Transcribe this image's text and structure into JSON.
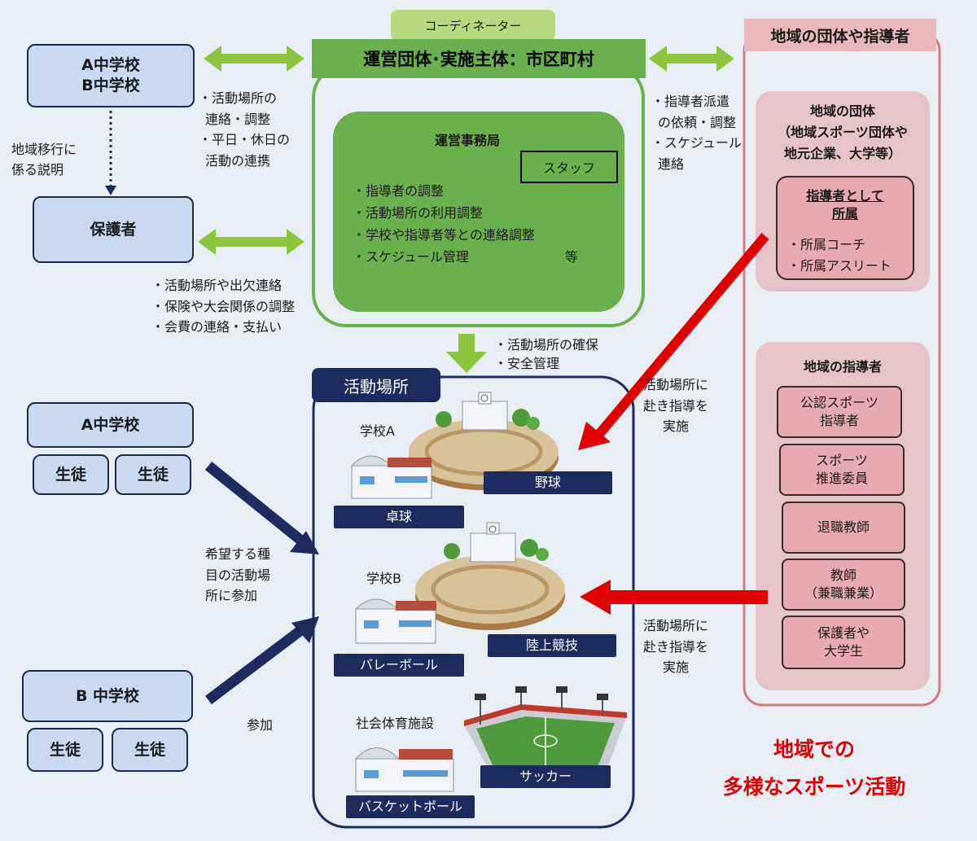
{
  "coordinator": "コーディネーター",
  "operator": "運営団体･実施主体：市区町村",
  "office": {
    "title": "運営事務局",
    "staff": "スタッフ",
    "items": [
      "・指導者の調整",
      "・活動場所の利用調整",
      "・学校や指導者等との連絡調整",
      "・スケジュール管理"
    ],
    "etc": "等"
  },
  "schools_top": [
    "A中学校",
    "B中学校"
  ],
  "note_school_operator": [
    "・活動場所の",
    "連絡・調整",
    "・平日・休日の",
    "活動の連携"
  ],
  "note_transition": [
    "地域移行に",
    "係る説明"
  ],
  "guardians": "保護者",
  "note_guardians": [
    "・活動場所や出欠連絡",
    "・保険や大会関係の調整",
    "・会費の連絡・支払い"
  ],
  "note_operator_region": [
    "・指導者派遣",
    "の依頼・調整",
    "・スケジュール",
    "連絡"
  ],
  "region_title": "地域の団体や指導者",
  "region_orgs": {
    "title": [
      "地域の団体",
      "（地域スポーツ団体や",
      "地元企業、大学等）"
    ],
    "affiliated_title": [
      "指導者として",
      "所属"
    ],
    "affiliated_items": [
      "・所属コーチ",
      "・所属アスリート"
    ]
  },
  "region_leaders": {
    "title": "地域の指導者",
    "items": [
      [
        "公認スポーツ",
        "指導者"
      ],
      [
        "スポーツ",
        "推進委員"
      ],
      [
        "退職教師"
      ],
      [
        "教師",
        "（兼職兼業）"
      ],
      [
        "保護者や",
        "大学生"
      ]
    ]
  },
  "note_secure": [
    "・活動場所の確保",
    "・安全管理"
  ],
  "venue_title": "活動場所",
  "venues": {
    "school_a": "学校A",
    "school_b": "学校B",
    "facility": "社会体育施設",
    "labels": [
      "野球",
      "卓球",
      "陸上競技",
      "バレーボール",
      "サッカー",
      "バスケットボール"
    ]
  },
  "note_dispatch": [
    "活動場所に",
    "赴き指導を",
    "実施"
  ],
  "school_a": "A中学校",
  "school_b": "B 中学校",
  "student": "生徒",
  "note_participate": [
    "希望する種",
    "目の活動場",
    "所に参加"
  ],
  "note_participate2": "参加",
  "slogan": [
    "地域での",
    "多様なスポーツ活動"
  ],
  "colors": {
    "green": "#6ab04c",
    "lightgreen": "#a9d46f",
    "navy": "#1d2b5e",
    "red": "#e00000",
    "pink": "#e8aab2"
  }
}
